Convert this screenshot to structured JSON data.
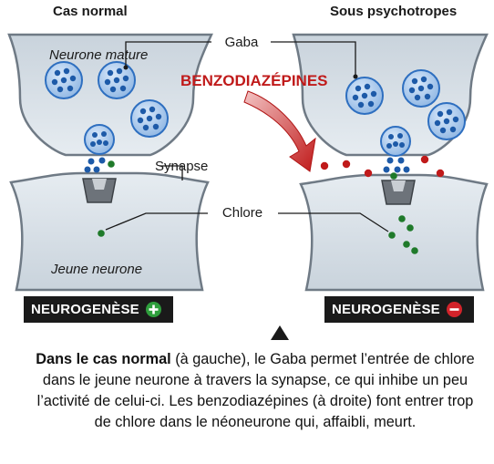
{
  "headers": {
    "left": "Cas normal",
    "right": "Sous psychotropes"
  },
  "labels": {
    "mature_neuron": "Neurone mature",
    "young_neuron": "Jeune neurone",
    "gaba": "Gaba",
    "synapse": "Synapse",
    "chlore": "Chlore",
    "benzo": "BENZODIAZÉPINES"
  },
  "badges": {
    "left": {
      "text": "NEUROGENÈSE",
      "sign": "plus"
    },
    "right": {
      "text": "NEUROGENÈSE",
      "sign": "minus"
    }
  },
  "caption": {
    "bold": "Dans le cas normal",
    "rest": " (à gauche), le Gaba permet l’entrée de chlore dans le jeune neurone à travers la synapse, ce qui inhibe un peu l’activité de celui-ci. Les benzodiazépines (à droite) font entrer trop de chlore dans le néoneurone qui, affaibli, meurt."
  },
  "colors": {
    "neuron_fill": "#d9e1e9",
    "neuron_edge": "#6f7a85",
    "vesicle": "#2e6fc0",
    "vesicle_fill": "#a9c9ee",
    "gaba_dot": "#1d5aa8",
    "chlore_dot": "#1f7a2a",
    "benzo": "#c01a1a",
    "badge_bg": "#1a1a1a",
    "plus": "#2e9e3c",
    "minus": "#d2232a"
  }
}
